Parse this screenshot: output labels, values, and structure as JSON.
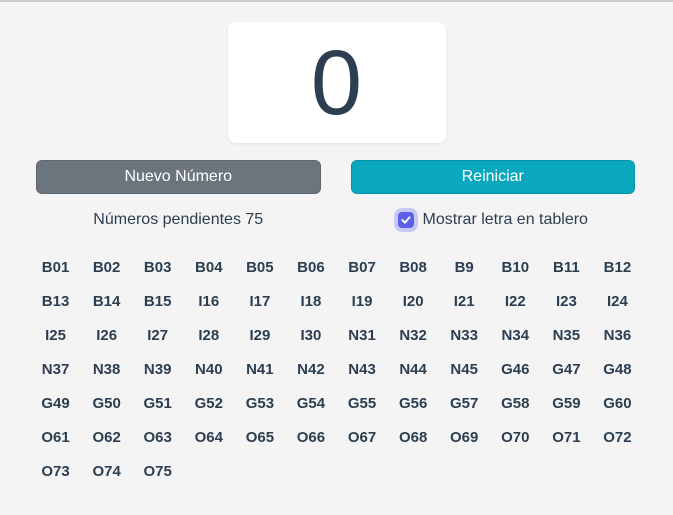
{
  "display": {
    "current_number": "0"
  },
  "actions": {
    "new_number_label": "Nuevo Número",
    "reset_label": "Reiniciar"
  },
  "status": {
    "pending_label": "Números pendientes 75"
  },
  "options": {
    "show_letter_label": "Mostrar letra en tablero",
    "show_letter_checked": true
  },
  "colors": {
    "background": "#f4f4f5",
    "text_primary": "#2c3e50",
    "new_number_button": "#6c757d",
    "reset_button": "#0ba7bf",
    "checkbox_accent": "#5d5fe8",
    "checkbox_halo": "#c9caf4",
    "card_background": "#ffffff",
    "top_border": "#cdcdcd"
  },
  "board": {
    "numbers": [
      "B01",
      "B02",
      "B03",
      "B04",
      "B05",
      "B06",
      "B07",
      "B08",
      "B9",
      "B10",
      "B11",
      "B12",
      "B13",
      "B14",
      "B15",
      "I16",
      "I17",
      "I18",
      "I19",
      "I20",
      "I21",
      "I22",
      "I23",
      "I24",
      "I25",
      "I26",
      "I27",
      "I28",
      "I29",
      "I30",
      "N31",
      "N32",
      "N33",
      "N34",
      "N35",
      "N36",
      "N37",
      "N38",
      "N39",
      "N40",
      "N41",
      "N42",
      "N43",
      "N44",
      "N45",
      "G46",
      "G47",
      "G48",
      "G49",
      "G50",
      "G51",
      "G52",
      "G53",
      "G54",
      "G55",
      "G56",
      "G57",
      "G58",
      "G59",
      "G60",
      "O61",
      "O62",
      "O63",
      "O64",
      "O65",
      "O66",
      "O67",
      "O68",
      "O69",
      "O70",
      "O71",
      "O72",
      "O73",
      "O74",
      "O75"
    ]
  }
}
